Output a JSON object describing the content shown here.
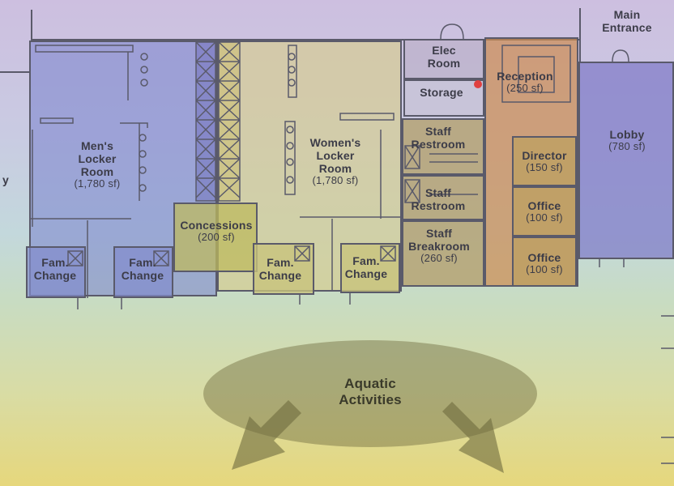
{
  "plan": {
    "main_entrance": [
      "Main",
      "Entrance"
    ],
    "left_edge_text": "y",
    "rooms": {
      "mens_locker": {
        "name": [
          "Men's",
          "Locker",
          "Room"
        ],
        "area": "(1,780 sf)"
      },
      "womens_locker": {
        "name": [
          "Women's",
          "Locker",
          "Room"
        ],
        "area": "(1,780 sf)"
      },
      "concessions": {
        "name": [
          "Concessions"
        ],
        "area": "(200 sf)"
      },
      "elec_room": {
        "name": [
          "Elec",
          "Room"
        ]
      },
      "storage": {
        "name": [
          "Storage"
        ]
      },
      "staff_restroom_1": {
        "name": [
          "Staff",
          "Restroom"
        ]
      },
      "staff_restroom_2": {
        "name": [
          "Staff",
          "Restroom"
        ]
      },
      "staff_breakroom": {
        "name": [
          "Staff",
          "Breakroom"
        ],
        "area": "(260 sf)"
      },
      "reception": {
        "name": [
          "Reception"
        ],
        "area": "(250 sf)"
      },
      "director": {
        "name": [
          "Director"
        ],
        "area": "(150 sf)"
      },
      "office_1": {
        "name": [
          "Office"
        ],
        "area": "(100 sf)"
      },
      "office_2": {
        "name": [
          "Office"
        ],
        "area": "(100 sf)"
      },
      "lobby": {
        "name": [
          "Lobby"
        ],
        "area": "(780 sf)"
      },
      "fam_change_1": {
        "name": [
          "Fam.",
          "Change"
        ]
      },
      "fam_change_2": {
        "name": [
          "Fam.",
          "Change"
        ]
      },
      "fam_change_3": {
        "name": [
          "Fam.",
          "Change"
        ]
      },
      "fam_change_4": {
        "name": [
          "Fam.",
          "Change"
        ]
      }
    },
    "aquatic": [
      "Aquatic",
      "Activities"
    ],
    "colors": {
      "mens": "#9aa3d6",
      "womens": "#d6cf9a",
      "staff": "#b7a37a",
      "reception": "#c98f56",
      "lobby": "#8c86c8",
      "walls": "#5a5a6a",
      "ellipse": "#6e6a3e",
      "lockers_blue": "#5c5ab0",
      "lockers_yellow": "#c8b850"
    }
  }
}
